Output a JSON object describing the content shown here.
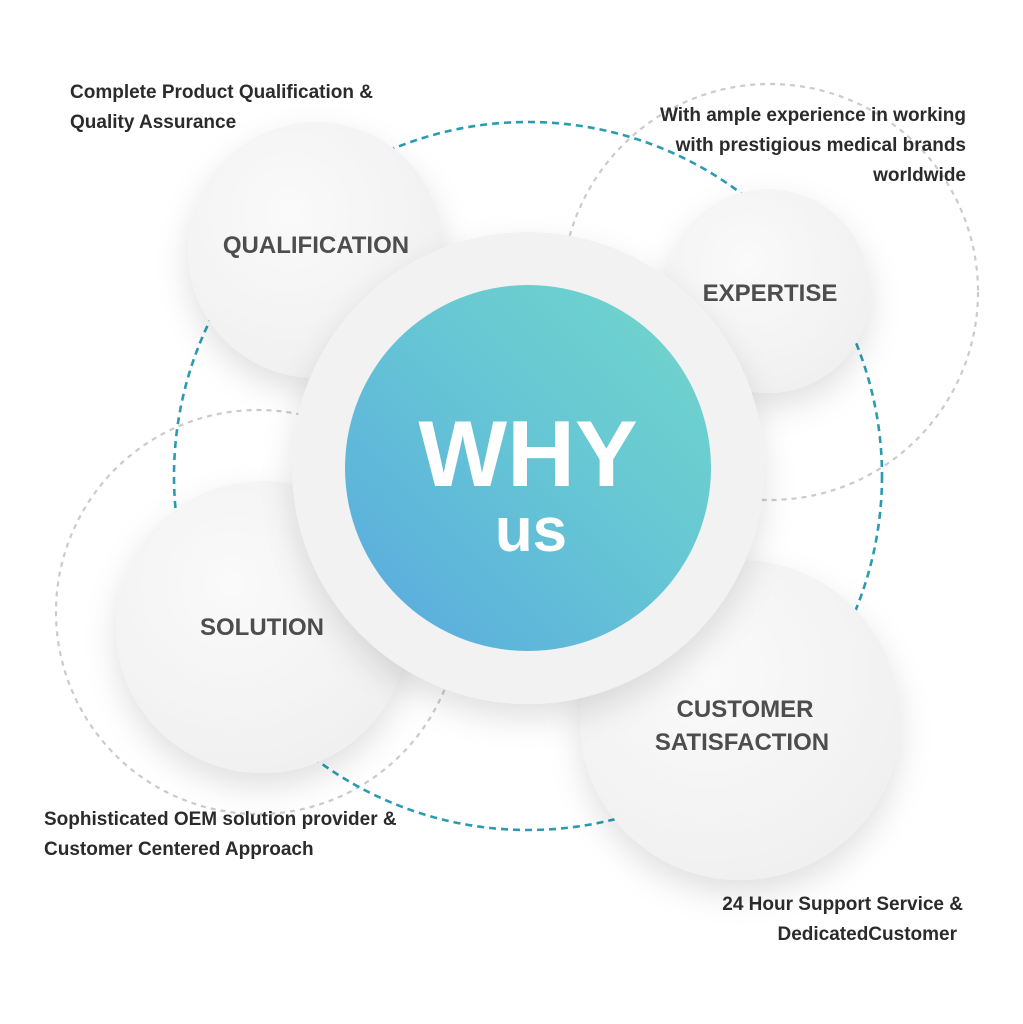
{
  "center": {
    "title": "WHY",
    "subtitle": "us"
  },
  "nodes": {
    "qualification": {
      "label": "QUALIFICATION",
      "description": [
        "Complete Product Qualification &",
        "Quality Assurance"
      ]
    },
    "expertise": {
      "label": "EXPERTISE",
      "description": [
        "With ample experience in working",
        "with prestigious medical brands",
        "worldwide"
      ]
    },
    "solution": {
      "label": "SOLUTION",
      "description": [
        "Sophisticated OEM solution provider &",
        "Customer Centered Approach"
      ]
    },
    "customer_satisfaction": {
      "label_lines": [
        "CUSTOMER",
        "SATISFACTION"
      ],
      "description": [
        "24 Hour Support Service &",
        "DedicatedCustomer"
      ]
    }
  },
  "colors": {
    "teal_dash": "#2a9bb0",
    "grey_dash": "#c9c9c9",
    "gradient_start": "#5aaede",
    "gradient_end": "#6fd3cc",
    "circle_fill": "#f3f3f4",
    "text": "#2b2b2b"
  }
}
